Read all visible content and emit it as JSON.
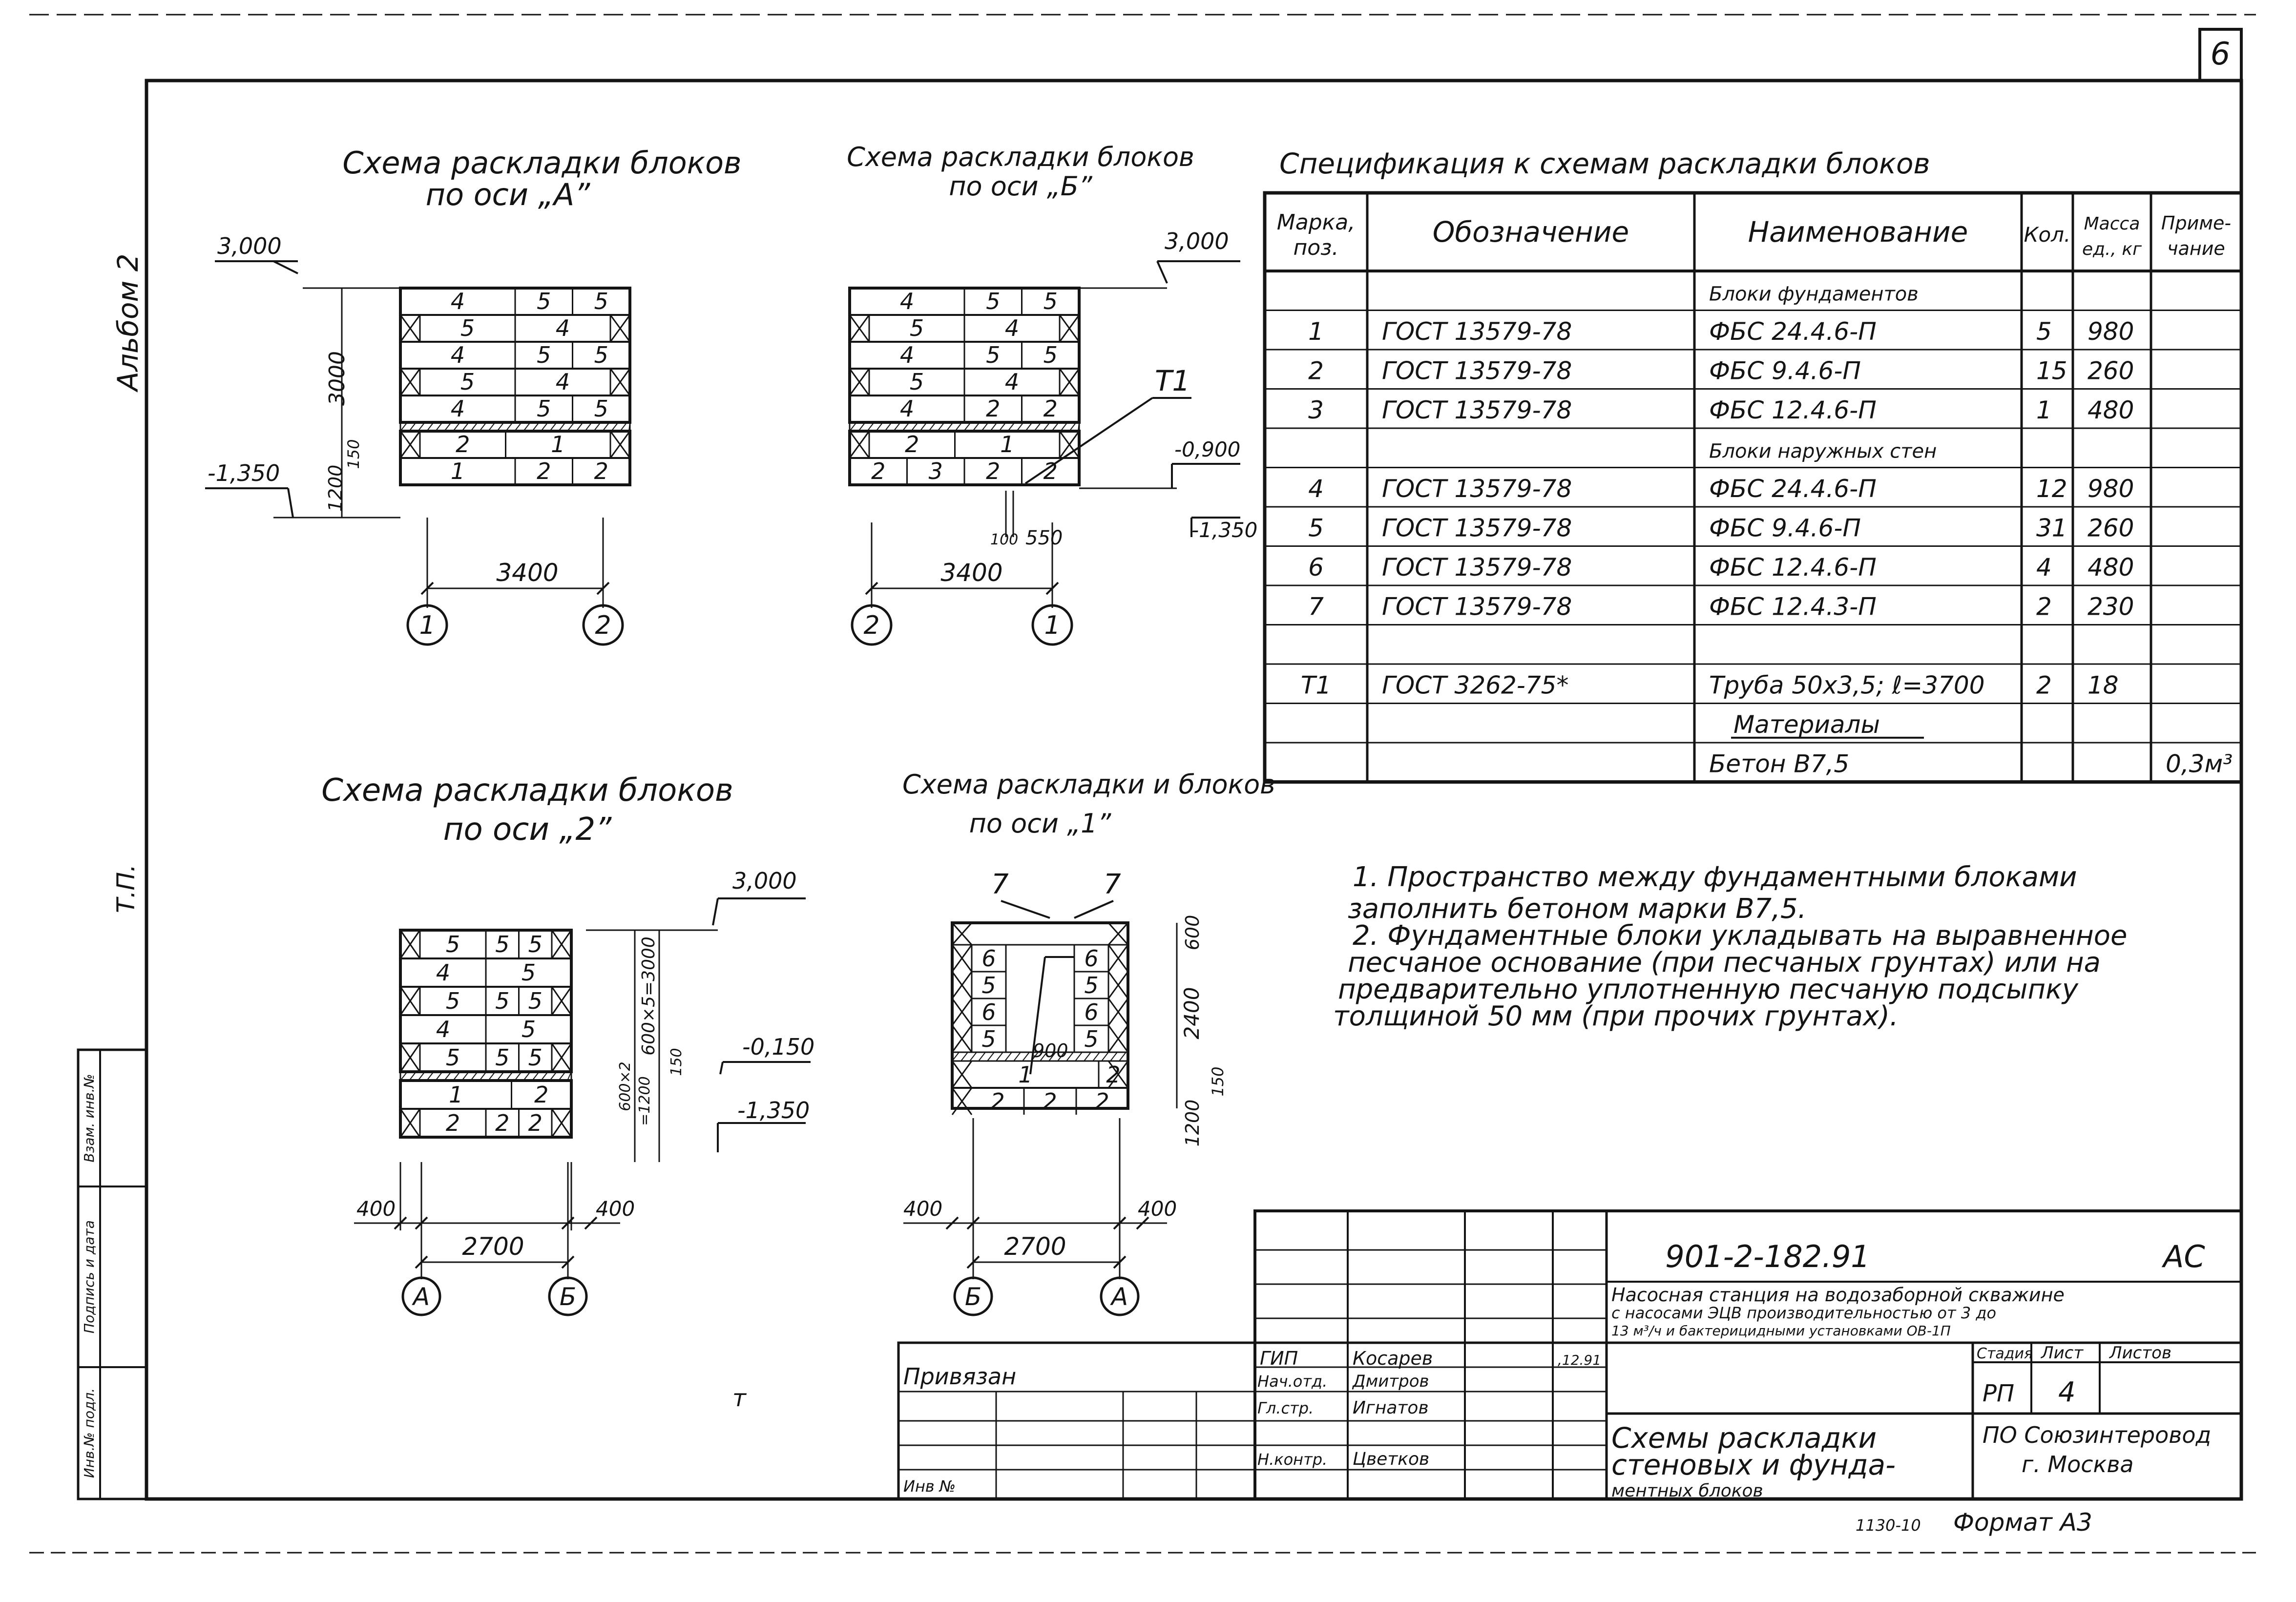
{
  "sheet_number": "6",
  "album_label": "Альбом 2",
  "tp_label": "Т.П.",
  "schemes": [
    {
      "title_l1": "Схема раскладки блоков",
      "title_l2": "по оси „А”",
      "level_top": "3,000",
      "level_bottom": "-1,350",
      "dim_h1": "3000",
      "dim_h2": "150",
      "dim_h3": "1200",
      "width": "3400",
      "axis_left": "1",
      "axis_right": "2",
      "rows": [
        [
          "4",
          "5",
          "5"
        ],
        [
          "5",
          "4"
        ],
        [
          "4",
          "5",
          "5"
        ],
        [
          "5",
          "4"
        ],
        [
          "4",
          "5",
          "5"
        ],
        [
          "2",
          "1"
        ],
        [
          "1",
          "2",
          "2"
        ]
      ]
    },
    {
      "title_l1": "Схема раскладки блоков",
      "title_l2": "по оси „Б”",
      "level_top": "3,000",
      "level_mid": "-0,900",
      "level_bottom": "-1,350",
      "pipe_label": "Т1",
      "dim_small_a": "100",
      "dim_small_b": "550",
      "width": "3400",
      "axis_left": "2",
      "axis_right": "1",
      "rows": [
        [
          "4",
          "5",
          "5"
        ],
        [
          "5",
          "4"
        ],
        [
          "4",
          "5",
          "5"
        ],
        [
          "5",
          "4"
        ],
        [
          "4",
          "2",
          "2"
        ],
        [
          "2",
          "1"
        ],
        [
          "2",
          "3",
          "2",
          "2"
        ]
      ]
    },
    {
      "title_l1": "Схема раскладки блоков",
      "title_l2": "по оси „2”",
      "level_top": "3,000",
      "level_mid": "-0,150",
      "level_bottom": "-1,350",
      "dim_vert": "600×5=3000",
      "dim_vert2": "600×2",
      "dim_vert3": "150",
      "dim_vert4": "=1200",
      "dim_left": "400",
      "dim_right": "400",
      "width": "2700",
      "axis_left": "А",
      "axis_right": "Б",
      "rows": [
        [
          "5",
          "5",
          "5"
        ],
        [
          "4",
          "5"
        ],
        [
          "5",
          "5",
          "5"
        ],
        [
          "4",
          "5"
        ],
        [
          "5",
          "5",
          "5"
        ],
        [
          "1",
          "2"
        ],
        [
          "2",
          "2",
          "2"
        ]
      ]
    },
    {
      "title_l1": "Схема раскладки и блоков",
      "title_l2": "по оси „1”",
      "callout_a": "7",
      "callout_b": "7",
      "dim_top": "600",
      "dim_mid": "2400",
      "dim_small": "150",
      "dim_bot": "1200",
      "opening": "900",
      "dim_left": "400",
      "dim_right": "400",
      "width": "2700",
      "axis_left": "Б",
      "axis_right": "А",
      "rows": [
        [
          "6",
          "6"
        ],
        [
          "5",
          "5"
        ],
        [
          "6",
          "6"
        ],
        [
          "5",
          "5"
        ],
        [
          "1",
          "2"
        ],
        [
          "2",
          "2",
          "2"
        ]
      ]
    }
  ],
  "spec": {
    "title": "Спецификация к схемам раскладки блоков",
    "headers": [
      "Марка, поз.",
      "Обозначение",
      "Наименование",
      "Кол.",
      "Масса ед., кг",
      "Приме-чание"
    ],
    "rows": [
      {
        "mark": "",
        "doc": "",
        "name": "Блоки фундаментов",
        "qty": "",
        "mass": "",
        "note": ""
      },
      {
        "mark": "1",
        "doc": "ГОСТ 13579-78",
        "name": "ФБС 24.4.6-П",
        "qty": "5",
        "mass": "980",
        "note": ""
      },
      {
        "mark": "2",
        "doc": "ГОСТ 13579-78",
        "name": "ФБС 9.4.6-П",
        "qty": "15",
        "mass": "260",
        "note": ""
      },
      {
        "mark": "3",
        "doc": "ГОСТ 13579-78",
        "name": "ФБС 12.4.6-П",
        "qty": "1",
        "mass": "480",
        "note": ""
      },
      {
        "mark": "",
        "doc": "",
        "name": "Блоки наружных стен",
        "qty": "",
        "mass": "",
        "note": ""
      },
      {
        "mark": "4",
        "doc": "ГОСТ 13579-78",
        "name": "ФБС 24.4.6-П",
        "qty": "12",
        "mass": "980",
        "note": ""
      },
      {
        "mark": "5",
        "doc": "ГОСТ 13579-78",
        "name": "ФБС 9.4.6-П",
        "qty": "31",
        "mass": "260",
        "note": ""
      },
      {
        "mark": "6",
        "doc": "ГОСТ 13579-78",
        "name": "ФБС 12.4.6-П",
        "qty": "4",
        "mass": "480",
        "note": ""
      },
      {
        "mark": "7",
        "doc": "ГОСТ 13579-78",
        "name": "ФБС 12.4.3-П",
        "qty": "2",
        "mass": "230",
        "note": ""
      },
      {
        "mark": "",
        "doc": "",
        "name": "",
        "qty": "",
        "mass": "",
        "note": ""
      },
      {
        "mark": "Т1",
        "doc": "ГОСТ 3262-75*",
        "name": "Труба 50х3,5; ℓ=3700",
        "qty": "2",
        "mass": "18",
        "note": ""
      },
      {
        "mark": "",
        "doc": "",
        "name": "Материалы",
        "qty": "",
        "mass": "",
        "note": ""
      },
      {
        "mark": "",
        "doc": "",
        "name": "Бетон В7,5",
        "qty": "",
        "mass": "",
        "note": "0,3м³"
      }
    ]
  },
  "notes": [
    "1. Пространство между фундаментными блоками",
    "заполнить бетоном марки В7,5.",
    "2. Фундаментные блоки укладывать на выравненное",
    "песчаное основание (при песчаных грунтах) или на",
    "предварительно уплотненную песчаную подсыпку",
    "толщиной 50 мм (при прочих грунтах)."
  ],
  "stamp": {
    "code": "901-2-182.91",
    "section": "АС",
    "project_l1": "Насосная станция на водозаборной скважине",
    "project_l2": "с насосами ЭЦВ производительностью от 3 до",
    "project_l3": "13 м³/ч и бактерицидными установками ОВ-1П",
    "privyazan": "Привязан",
    "inv": "Инв №",
    "roles": [
      {
        "role": "ГИП",
        "name": "Косарев"
      },
      {
        "role": "Нач.отд.",
        "name": "Дмитров"
      },
      {
        "role": "Гл.стр.",
        "name": "Игнатов"
      },
      {
        "role": "Н.контр.",
        "name": "Цветков"
      }
    ],
    "sig_date": ",12.91",
    "stage_label": "Стадия",
    "sheet_label": "Лист",
    "sheets_label": "Листов",
    "stage": "РП",
    "sheet": "4",
    "drawing_l1": "Схемы раскладки",
    "drawing_l2": "стеновых и фунда-",
    "drawing_l3": "ментных блоков",
    "org_l1": "ПО Союзинтеровод",
    "org_l2": "г. Москва"
  },
  "left_strip": {
    "c1": "Инв.№ подл.",
    "c2": "Подпись и дата",
    "c3": "Взам. инв.№"
  },
  "bottom_code": "1130-10",
  "format": "Формат А3",
  "stray_mark": "т"
}
